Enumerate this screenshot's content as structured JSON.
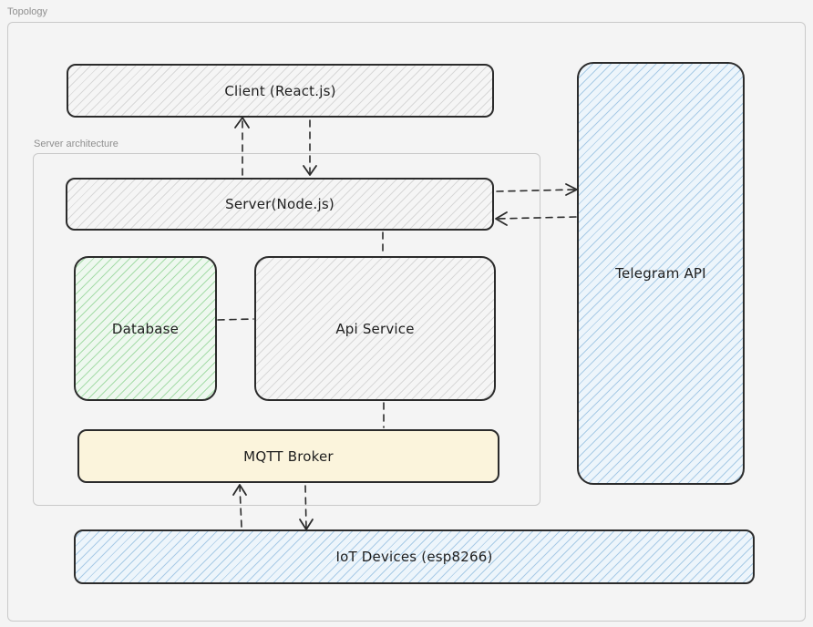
{
  "frames": {
    "topology_label": "Topology",
    "server_label": "Server architecture"
  },
  "nodes": {
    "client": "Client (React.js)",
    "server": "Server(Node.js)",
    "database": "Database",
    "api_service": "Api Service",
    "mqtt_broker": "MQTT Broker",
    "telegram_api": "Telegram API",
    "iot_devices": "IoT Devices (esp8266)"
  },
  "colors": {
    "gray_fill": "#f5f5f5",
    "blue_fill": "#edf5fb",
    "green_fill": "#eef8ef",
    "yellow_fill": "#fbf4dc",
    "stroke": "#2b2b2b"
  }
}
